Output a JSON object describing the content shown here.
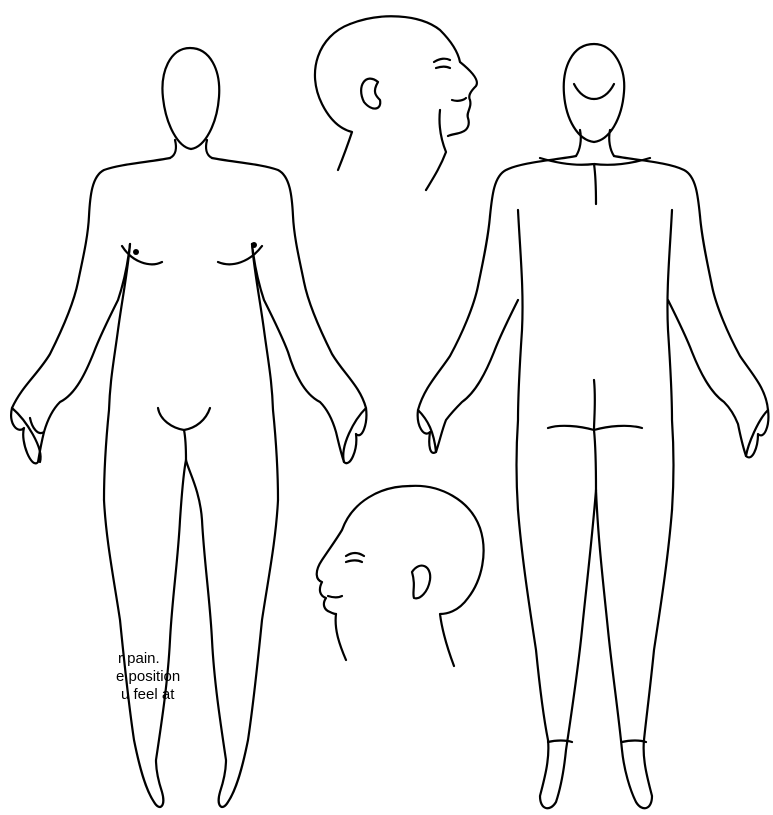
{
  "instructions": {
    "line1": "r pain.",
    "line2": "e position",
    "line3": "u feel at"
  }
}
